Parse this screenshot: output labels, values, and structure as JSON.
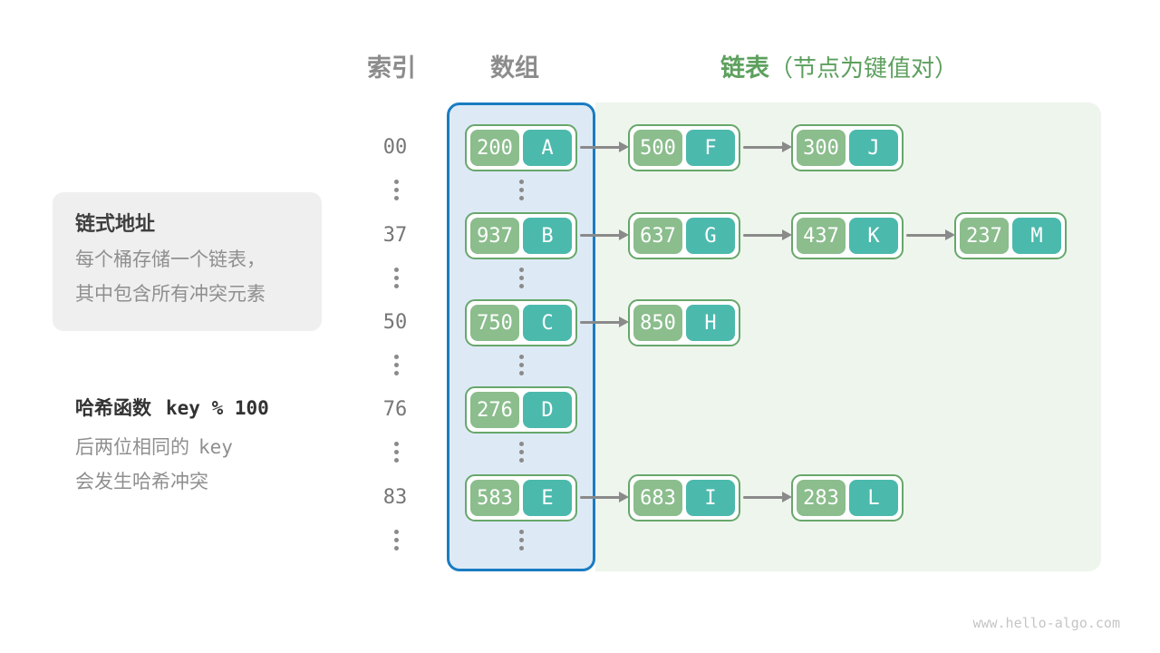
{
  "header": {
    "index": "索引",
    "array": "数组",
    "list": "链表",
    "list_note": "（节点为键值对）"
  },
  "info_box": {
    "title": "链式地址",
    "line1": "每个桶存储一个链表，",
    "line2": "其中包含所有冲突元素"
  },
  "hash_note": {
    "title_cn": "哈希函数",
    "title_code": "key % 100",
    "line1_cn": "后两位相同的",
    "line1_code": "key",
    "line2": "会发生哈希冲突"
  },
  "diagram": {
    "rows": [
      {
        "index": "00",
        "bucket": {
          "key": "200",
          "value": "A"
        },
        "chain": [
          {
            "key": "500",
            "value": "F"
          },
          {
            "key": "300",
            "value": "J"
          }
        ]
      },
      {
        "index": "37",
        "bucket": {
          "key": "937",
          "value": "B"
        },
        "chain": [
          {
            "key": "637",
            "value": "G"
          },
          {
            "key": "437",
            "value": "K"
          },
          {
            "key": "237",
            "value": "M"
          }
        ]
      },
      {
        "index": "50",
        "bucket": {
          "key": "750",
          "value": "C"
        },
        "chain": [
          {
            "key": "850",
            "value": "H"
          }
        ]
      },
      {
        "index": "76",
        "bucket": {
          "key": "276",
          "value": "D"
        },
        "chain": []
      },
      {
        "index": "83",
        "bucket": {
          "key": "583",
          "value": "E"
        },
        "chain": [
          {
            "key": "683",
            "value": "I"
          },
          {
            "key": "283",
            "value": "L"
          }
        ]
      }
    ]
  },
  "watermark": "www.hello-algo.com",
  "colors": {
    "header_gray": "#8c8c8c",
    "accent_green_text": "#5da05e",
    "key_box_green": "#8bbd8d",
    "value_box_teal": "#4cb9ad",
    "node_border_green": "#67a76b",
    "array_panel_fill": "#ddeaf6",
    "array_panel_border": "#1a7cc2",
    "list_panel_fill": "#eef5ed",
    "info_box_fill": "#efefef",
    "arrow_gray": "#8a8a8a",
    "index_text": "#767676",
    "watermark_gray": "#c5c5c5"
  }
}
